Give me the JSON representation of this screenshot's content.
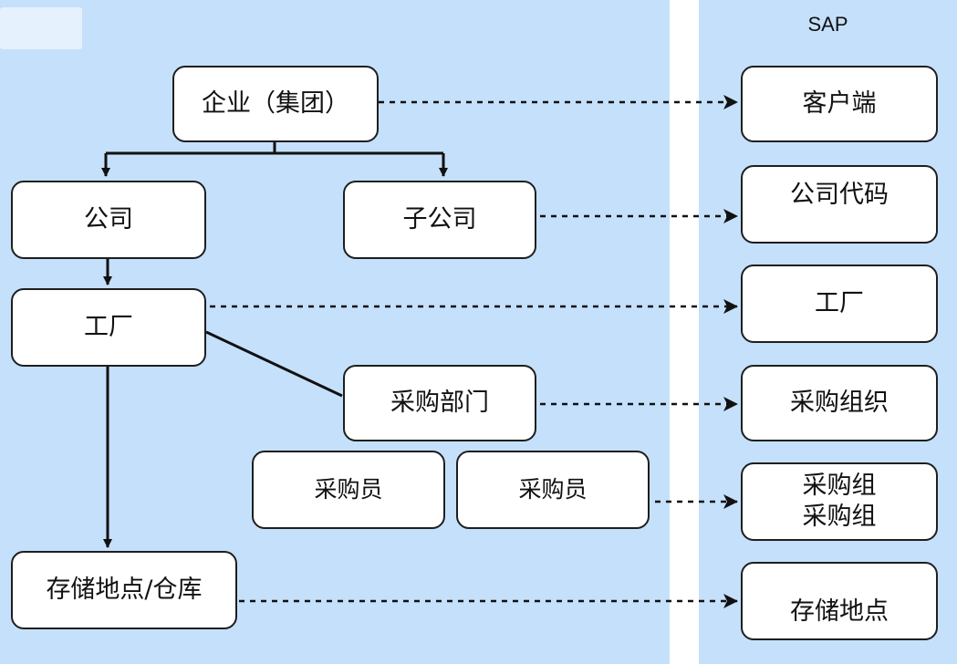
{
  "left": {
    "enterprise": "企业（集团）",
    "company": "公司",
    "subsidiary": "子公司",
    "plant": "工厂",
    "purchasing_dept": "采购部门",
    "buyer_1": "采购员",
    "buyer_2": "采购员",
    "storage": "存储地点/仓库"
  },
  "sap": {
    "title": "SAP",
    "client": "客户端",
    "company_code": "公司代码",
    "plant": "工厂",
    "purchasing_org": "采购组织",
    "purchasing_group_1": "采购组",
    "purchasing_group_2": "采购组",
    "storage_location": "存储地点"
  }
}
